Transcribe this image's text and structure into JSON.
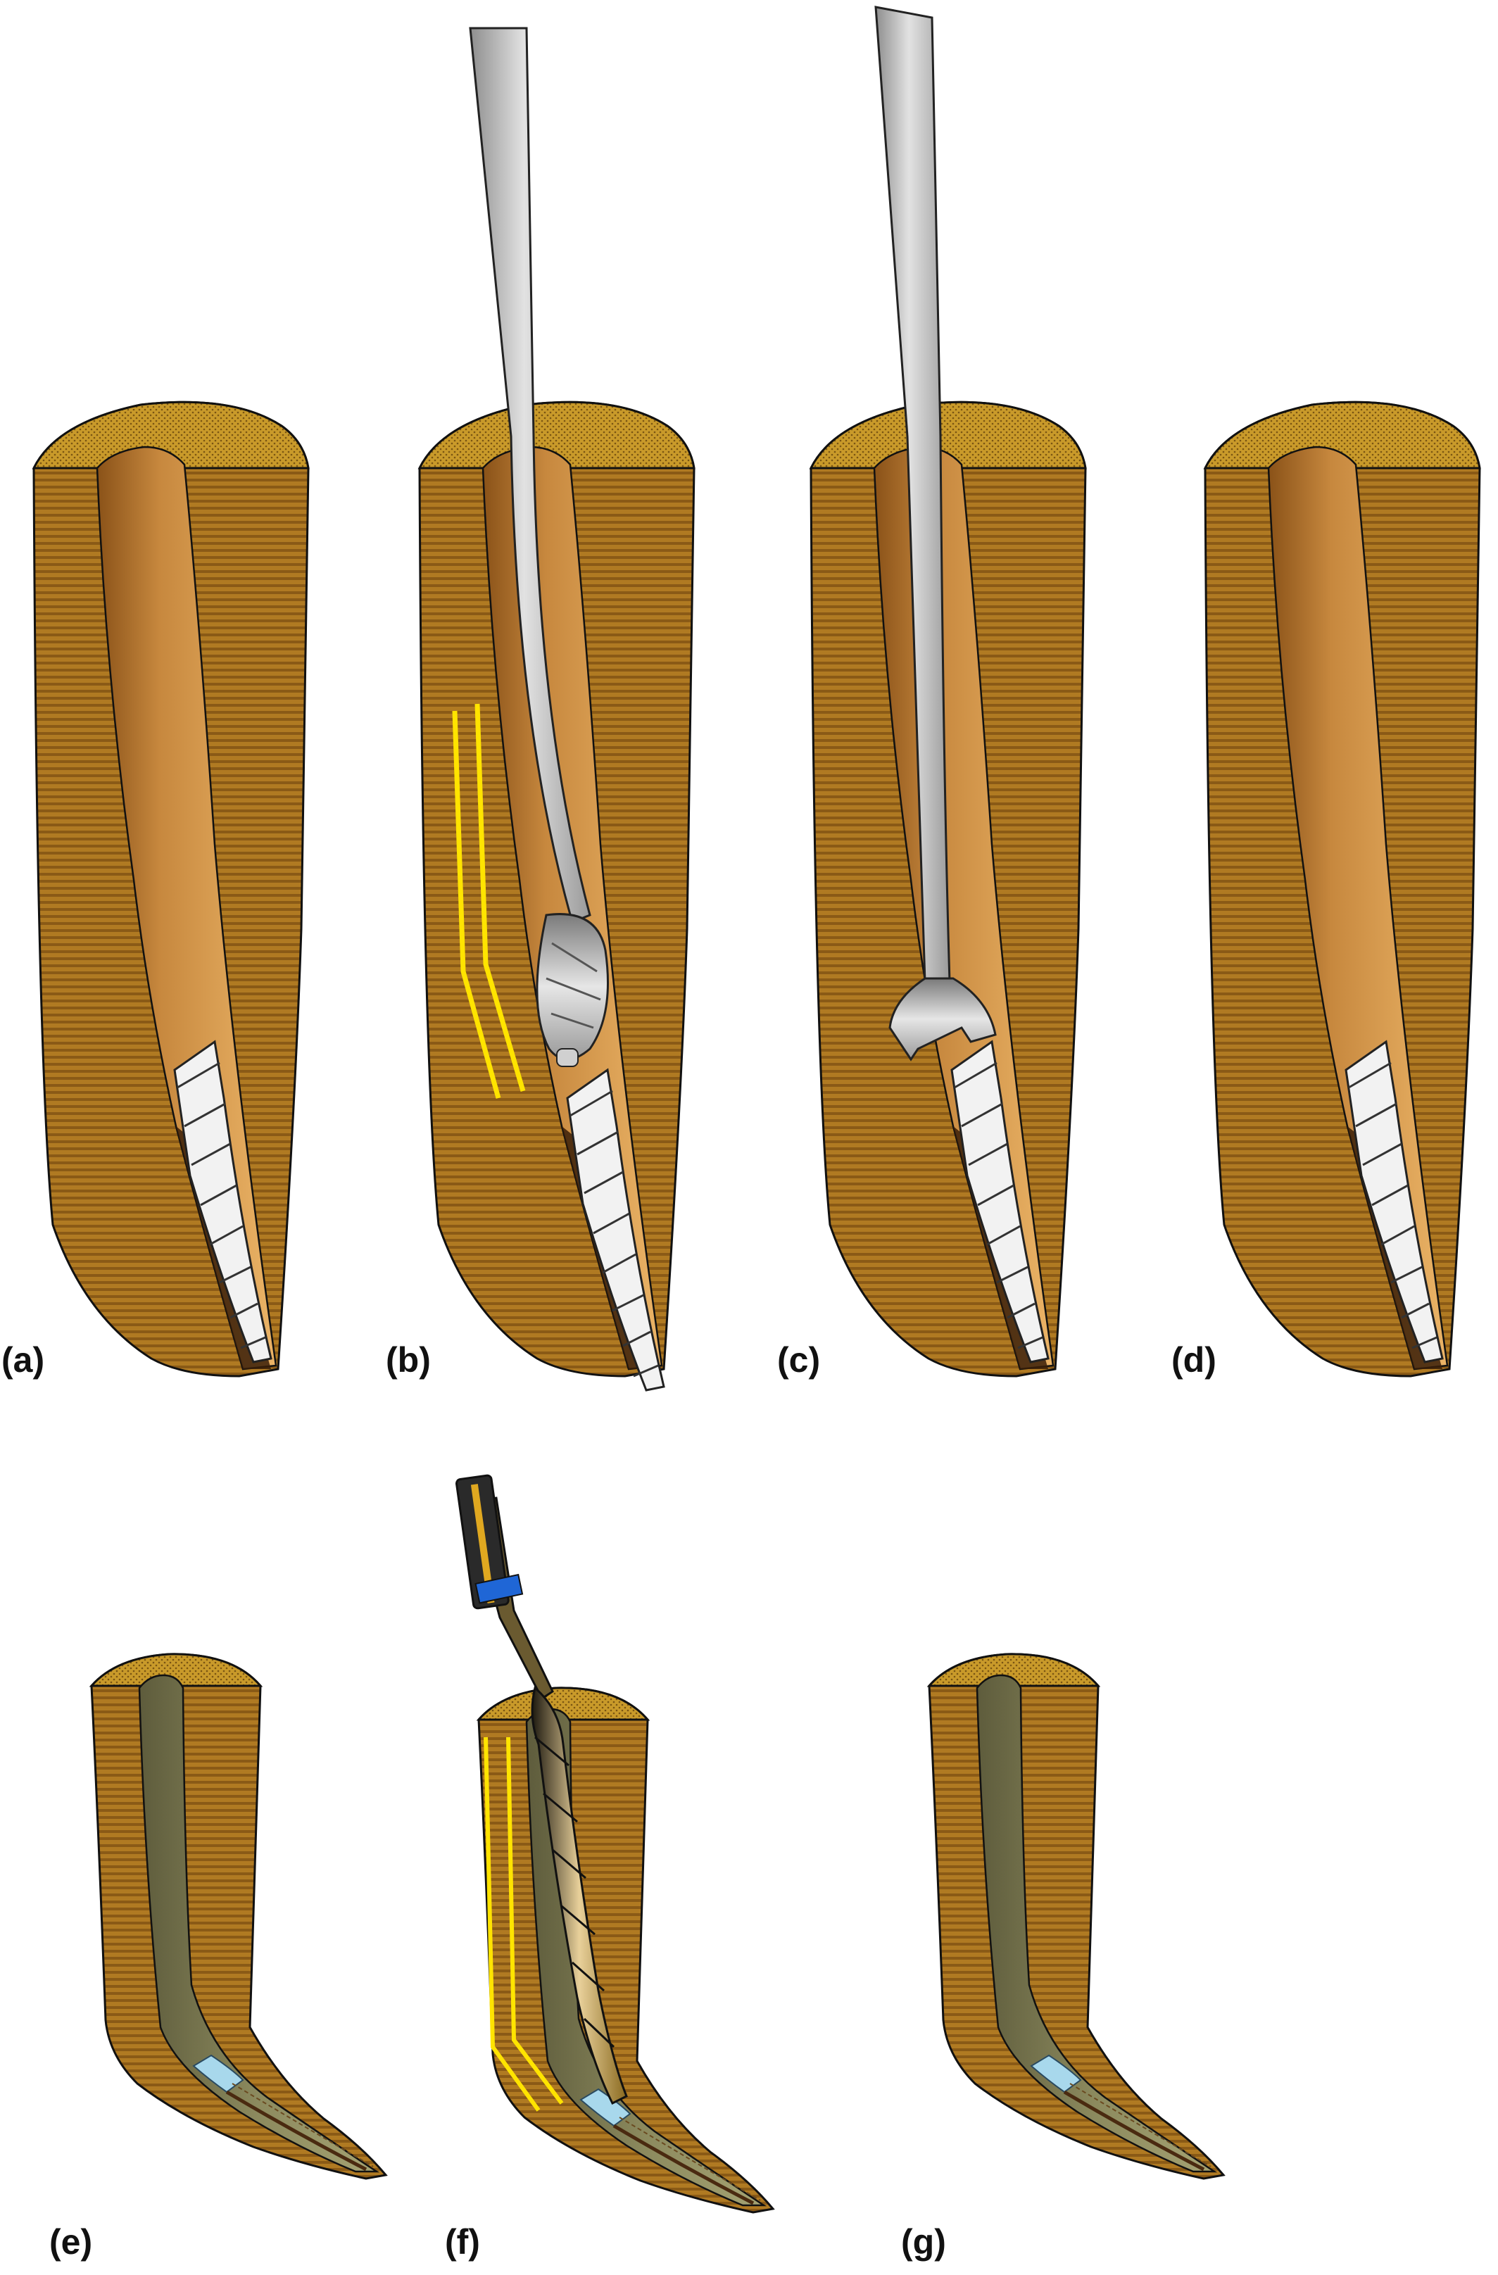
{
  "panels": [
    {
      "id": "a",
      "label": "(a)",
      "stage": "root",
      "tool": "none",
      "fragment": "file"
    },
    {
      "id": "b",
      "label": "(b)",
      "stage": "root",
      "tool": "bur",
      "fragment": "file",
      "guide_lines": true
    },
    {
      "id": "c",
      "label": "(c)",
      "stage": "root",
      "tool": "trephine",
      "fragment": "file"
    },
    {
      "id": "d",
      "label": "(d)",
      "stage": "root",
      "tool": "none",
      "fragment": "file"
    },
    {
      "id": "e",
      "label": "(e)",
      "stage": "curved-root",
      "tool": "none",
      "fragment": "file-tip"
    },
    {
      "id": "f",
      "label": "(f)",
      "stage": "curved-root",
      "tool": "rotary-drill",
      "fragment": "file-tip",
      "guide_lines": true
    },
    {
      "id": "g",
      "label": "(g)",
      "stage": "curved-root",
      "tool": "none",
      "fragment": "file-tip"
    }
  ],
  "colors": {
    "dentin": "#b07a22",
    "dentin_stripe": "#8a5a16",
    "cap": "#c99a2a",
    "canal": "#e0a85a",
    "canal_dark": "#8a5218",
    "olive_canal": "#8c8a5e",
    "file": "#f4f4f4",
    "instrument": "#c8c8c8",
    "guide": "#ffe400",
    "ring": "#1f66d6"
  }
}
